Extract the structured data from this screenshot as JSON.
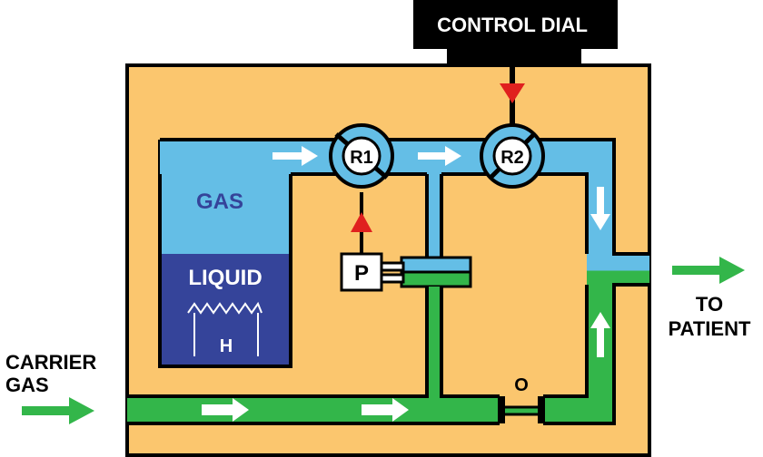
{
  "labels": {
    "control_dial": "CONTROL DIAL",
    "r1": "R1",
    "r2": "R2",
    "gas": "GAS",
    "liquid": "LIQUID",
    "heater": "H",
    "pressure": "P",
    "orifice": "O",
    "carrier_gas_line1": "CARRIER",
    "carrier_gas_line2": "GAS",
    "to_patient_line1": "TO",
    "to_patient_line2": "PATIENT"
  },
  "colors": {
    "body": "#FBC66E",
    "gas": "#64BEE6",
    "liquid": "#35449A",
    "carrier": "#33B64A",
    "arrow_red": "#E0201E",
    "arrow_white": "#FFFFFF",
    "outline": "#000000"
  }
}
